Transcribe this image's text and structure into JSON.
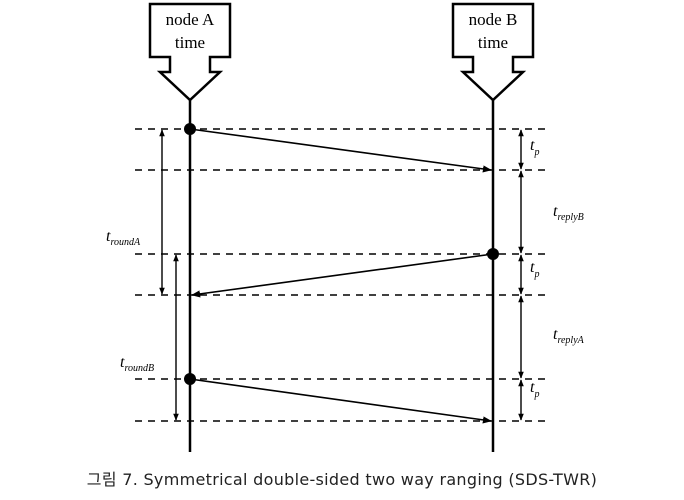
{
  "node_a": {
    "line1": "node A",
    "line2": "time"
  },
  "node_b": {
    "line1": "node B",
    "line2": "time"
  },
  "labels": {
    "tp_1": {
      "main": "t",
      "sub": "p"
    },
    "tp_2": {
      "main": "t",
      "sub": "p"
    },
    "tp_3": {
      "main": "t",
      "sub": "p"
    },
    "treply_b": {
      "main": "t",
      "sub": "replyB"
    },
    "treply_a": {
      "main": "t",
      "sub": "replyA"
    },
    "tround_a": {
      "main": "t",
      "sub": "roundA"
    },
    "tround_b": {
      "main": "t",
      "sub": "roundB"
    }
  },
  "caption": "그림 7. Symmetrical double-sided two way ranging (SDS-TWR)"
}
